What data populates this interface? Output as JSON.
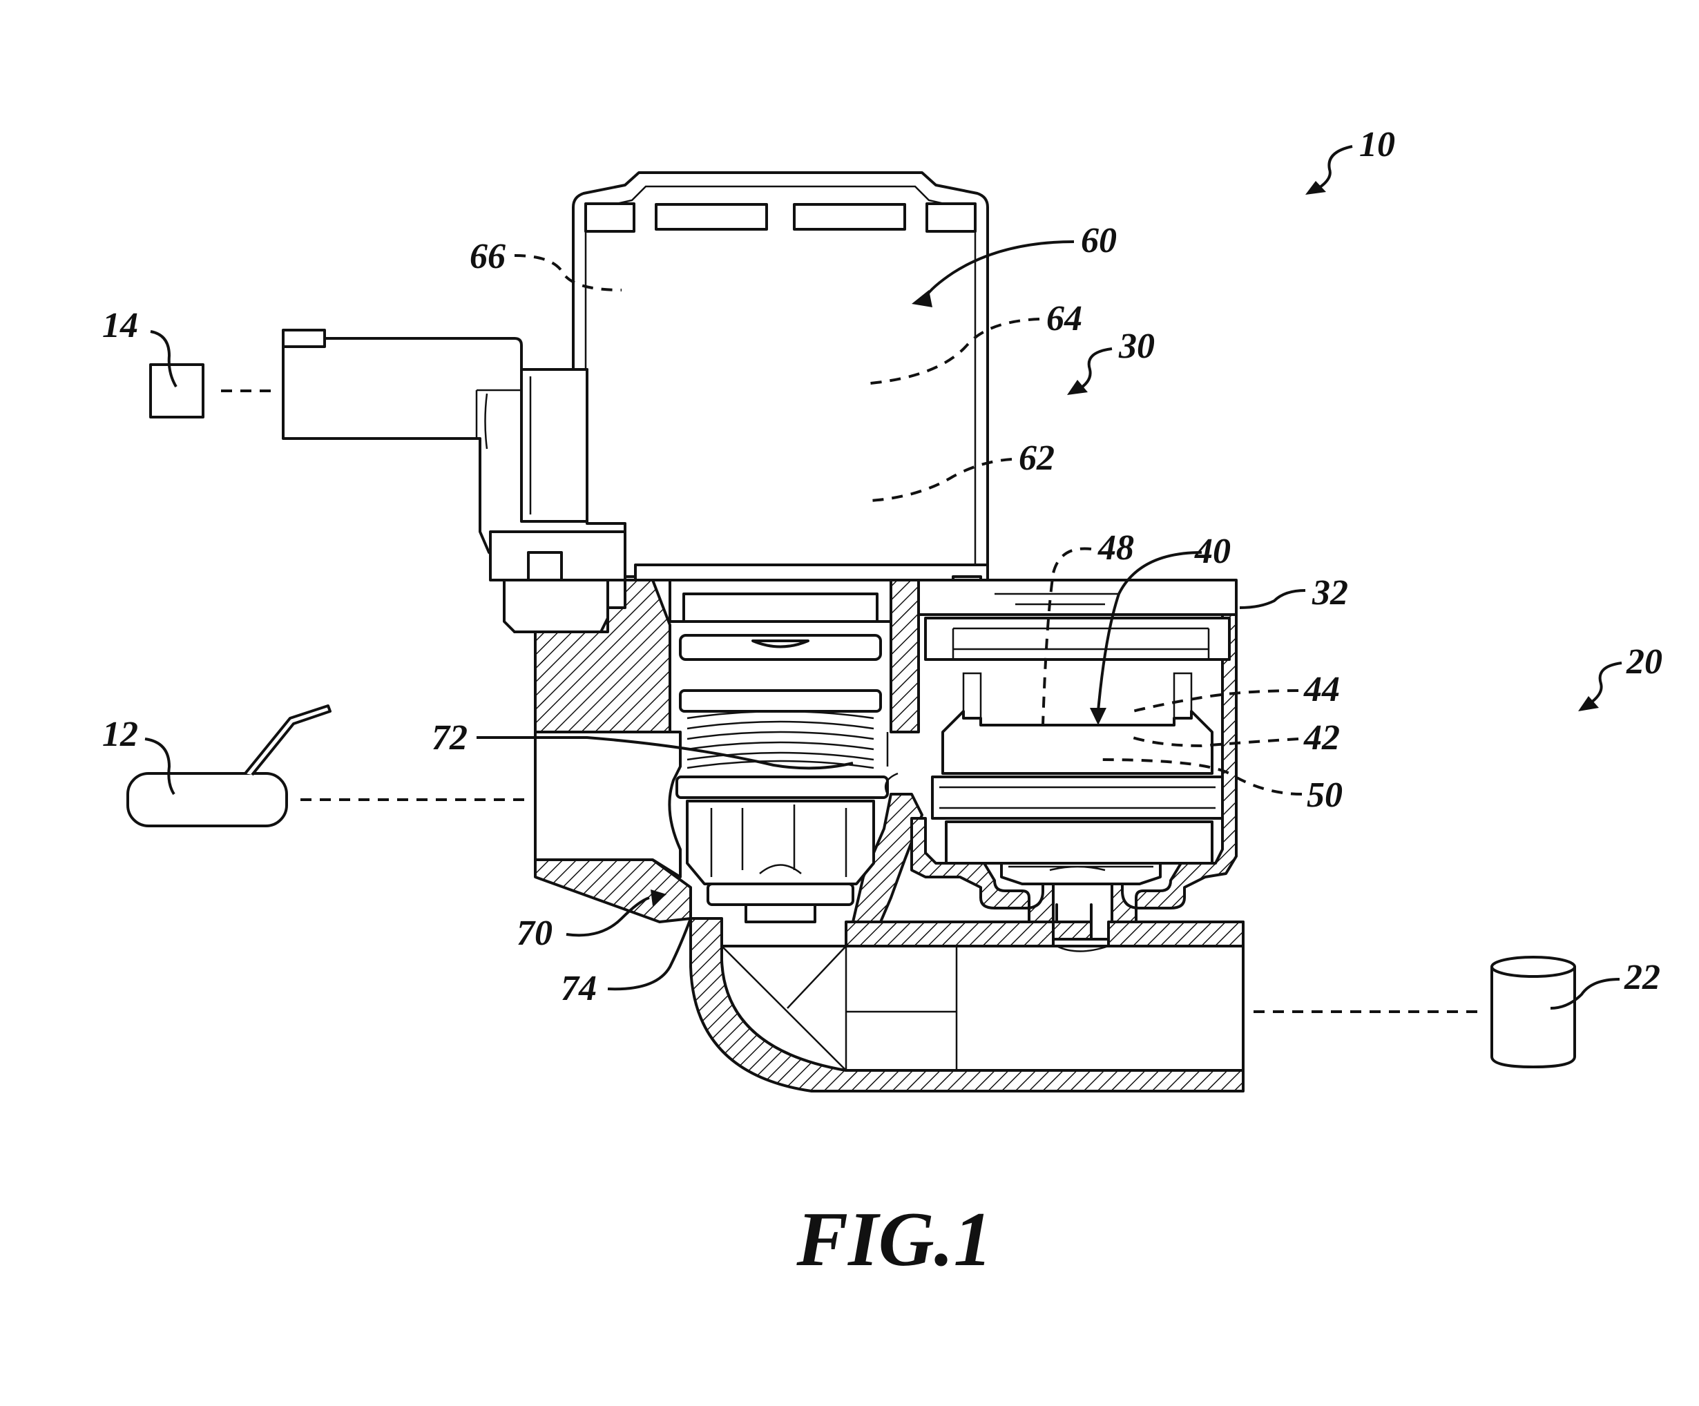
{
  "figure": {
    "title": "FIG.1"
  },
  "labels": {
    "ref_10": "10",
    "ref_12": "12",
    "ref_14": "14",
    "ref_20": "20",
    "ref_22": "22",
    "ref_30": "30",
    "ref_32": "32",
    "ref_40": "40",
    "ref_42": "42",
    "ref_44": "44",
    "ref_48": "48",
    "ref_50": "50",
    "ref_60": "60",
    "ref_62": "62",
    "ref_64": "64",
    "ref_66": "66",
    "ref_70": "70",
    "ref_72": "72",
    "ref_74": "74"
  }
}
